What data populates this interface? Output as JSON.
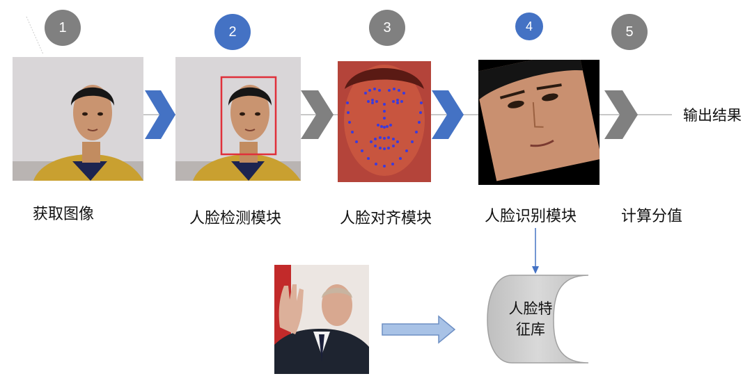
{
  "steps": [
    {
      "number": "1",
      "badge_color": "#808080",
      "label": "获取图像"
    },
    {
      "number": "2",
      "badge_color": "#4472c4",
      "label": "人脸检测模块"
    },
    {
      "number": "3",
      "badge_color": "#808080",
      "label": "人脸对齐模块"
    },
    {
      "number": "4",
      "badge_color": "#4472c4",
      "label": "人脸识别模块"
    },
    {
      "number": "5",
      "badge_color": "#808080",
      "label": "计算分值"
    }
  ],
  "output_label": "输出结果",
  "database": {
    "line1": "人脸特",
    "line2": "征库"
  },
  "colors": {
    "arrow_blue": "#4472c4",
    "arrow_gray": "#808080",
    "box_red": "#e0303a",
    "landmark": "#3b3bdc"
  }
}
